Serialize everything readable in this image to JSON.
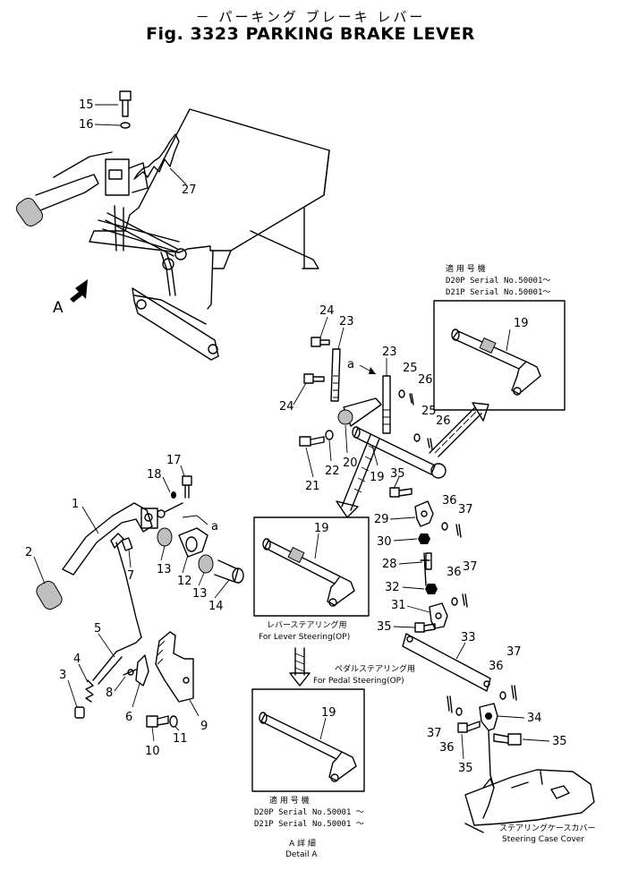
{
  "title": {
    "jp": "－ パーキング ブレーキ レバー",
    "en": "Fig. 3323 PARKING BRAKE LEVER"
  },
  "detail_marker": "A",
  "ref_marker": "a",
  "callouts": {
    "c1": "1",
    "c2": "2",
    "c3": "3",
    "c4": "4",
    "c5": "5",
    "c6": "6",
    "c7": "7",
    "c8": "8",
    "c9": "9",
    "c10": "10",
    "c11": "11",
    "c12": "12",
    "c13a": "13",
    "c13b": "13",
    "c14": "14",
    "c15": "15",
    "c16": "16",
    "c17": "17",
    "c18": "18",
    "c19a": "19",
    "c19b": "19",
    "c19c": "19",
    "c19d": "19",
    "c20": "20",
    "c21": "21",
    "c22": "22",
    "c23a": "23",
    "c23b": "23",
    "c24a": "24",
    "c24b": "24",
    "c25a": "25",
    "c25b": "25",
    "c26a": "26",
    "c26b": "26",
    "c27": "27",
    "c28": "28",
    "c29": "29",
    "c30": "30",
    "c31": "31",
    "c32": "32",
    "c33": "33",
    "c34": "34",
    "c35a": "35",
    "c35b": "35",
    "c35c": "35",
    "c35d": "35",
    "c36a": "36",
    "c36b": "36",
    "c36c": "36",
    "c36d": "36",
    "c37a": "37",
    "c37b": "37",
    "c37c": "37",
    "c37d": "37"
  },
  "serial_box_top": {
    "jp": "適 用 号 機",
    "line1": "D20P Serial No.50001～",
    "line2": "D21P Serial No.50001～"
  },
  "lever_box": {
    "jp": "レバーステアリング用",
    "en": "For Lever Steering(OP)"
  },
  "pedal_box": {
    "jp": "ペダルステアリング用",
    "en": "For Pedal Steering(OP)"
  },
  "serial_box_bottom": {
    "jp": "適 用 号 機",
    "line1": "D20P Serial No.50001 ～",
    "line2": "D21P Serial No.50001 ～"
  },
  "detail_caption": {
    "jp": "A 詳 細",
    "en": "Detail A"
  },
  "steering_case": {
    "jp": "ステアリングケースカバー",
    "en": "Steering Case Cover"
  }
}
